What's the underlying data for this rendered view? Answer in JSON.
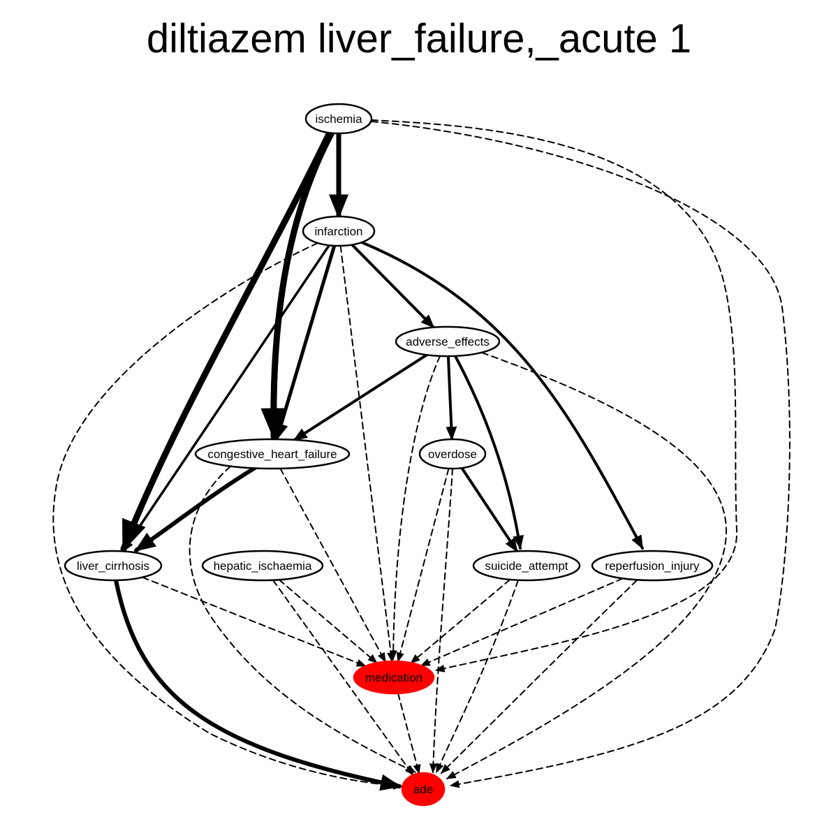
{
  "title": "diltiazem liver_failure,_acute 1",
  "colors": {
    "highlight": "#ff0000",
    "default_fill": "#ffffff",
    "stroke": "#000000"
  },
  "nodes": [
    {
      "id": "ischemia",
      "label": "ischemia",
      "highlight": false
    },
    {
      "id": "infarction",
      "label": "infarction",
      "highlight": false
    },
    {
      "id": "adverse_effects",
      "label": "adverse_effects",
      "highlight": false
    },
    {
      "id": "congestive_heart_failure",
      "label": "congestive_heart_failure",
      "highlight": false
    },
    {
      "id": "overdose",
      "label": "overdose",
      "highlight": false
    },
    {
      "id": "liver_cirrhosis",
      "label": "liver_cirrhosis",
      "highlight": false
    },
    {
      "id": "hepatic_ischaemia",
      "label": "hepatic_ischaemia",
      "highlight": false
    },
    {
      "id": "suicide_attempt",
      "label": "suicide_attempt",
      "highlight": false
    },
    {
      "id": "reperfusion_injury",
      "label": "reperfusion_injury",
      "highlight": false
    },
    {
      "id": "medication",
      "label": "medication",
      "highlight": true
    },
    {
      "id": "ade",
      "label": "ade",
      "highlight": true
    }
  ],
  "edges": [
    {
      "from": "ischemia",
      "to": "infarction",
      "style": "solid",
      "weight": 7
    },
    {
      "from": "ischemia",
      "to": "congestive_heart_failure",
      "style": "solid",
      "weight": 9
    },
    {
      "from": "ischemia",
      "to": "liver_cirrhosis",
      "style": "solid",
      "weight": 9
    },
    {
      "from": "ischemia",
      "to": "medication",
      "style": "dashed",
      "weight": 2
    },
    {
      "from": "ischemia",
      "to": "ade",
      "style": "dashed",
      "weight": 2
    },
    {
      "from": "infarction",
      "to": "adverse_effects",
      "style": "solid",
      "weight": 4
    },
    {
      "from": "infarction",
      "to": "congestive_heart_failure",
      "style": "solid",
      "weight": 5
    },
    {
      "from": "infarction",
      "to": "liver_cirrhosis",
      "style": "solid",
      "weight": 3.5
    },
    {
      "from": "infarction",
      "to": "reperfusion_injury",
      "style": "solid",
      "weight": 4
    },
    {
      "from": "infarction",
      "to": "medication",
      "style": "dashed",
      "weight": 2
    },
    {
      "from": "infarction",
      "to": "ade",
      "style": "dashed",
      "weight": 2
    },
    {
      "from": "adverse_effects",
      "to": "congestive_heart_failure",
      "style": "solid",
      "weight": 4
    },
    {
      "from": "adverse_effects",
      "to": "overdose",
      "style": "solid",
      "weight": 4
    },
    {
      "from": "adverse_effects",
      "to": "suicide_attempt",
      "style": "solid",
      "weight": 4
    },
    {
      "from": "adverse_effects",
      "to": "medication",
      "style": "dashed",
      "weight": 2
    },
    {
      "from": "adverse_effects",
      "to": "ade",
      "style": "dashed",
      "weight": 2
    },
    {
      "from": "congestive_heart_failure",
      "to": "liver_cirrhosis",
      "style": "solid",
      "weight": 6
    },
    {
      "from": "congestive_heart_failure",
      "to": "medication",
      "style": "dashed",
      "weight": 2
    },
    {
      "from": "congestive_heart_failure",
      "to": "ade",
      "style": "dashed",
      "weight": 2
    },
    {
      "from": "overdose",
      "to": "suicide_attempt",
      "style": "solid",
      "weight": 4
    },
    {
      "from": "overdose",
      "to": "medication",
      "style": "dashed",
      "weight": 2
    },
    {
      "from": "overdose",
      "to": "ade",
      "style": "dashed",
      "weight": 2
    },
    {
      "from": "liver_cirrhosis",
      "to": "ade",
      "style": "solid",
      "weight": 6
    },
    {
      "from": "liver_cirrhosis",
      "to": "medication",
      "style": "dashed",
      "weight": 2
    },
    {
      "from": "hepatic_ischaemia",
      "to": "medication",
      "style": "dashed",
      "weight": 2
    },
    {
      "from": "hepatic_ischaemia",
      "to": "ade",
      "style": "dashed",
      "weight": 2
    },
    {
      "from": "suicide_attempt",
      "to": "medication",
      "style": "dashed",
      "weight": 2
    },
    {
      "from": "suicide_attempt",
      "to": "ade",
      "style": "dashed",
      "weight": 2
    },
    {
      "from": "reperfusion_injury",
      "to": "medication",
      "style": "dashed",
      "weight": 2
    },
    {
      "from": "reperfusion_injury",
      "to": "ade",
      "style": "dashed",
      "weight": 2
    },
    {
      "from": "medication",
      "to": "ade",
      "style": "dashed",
      "weight": 2
    }
  ]
}
